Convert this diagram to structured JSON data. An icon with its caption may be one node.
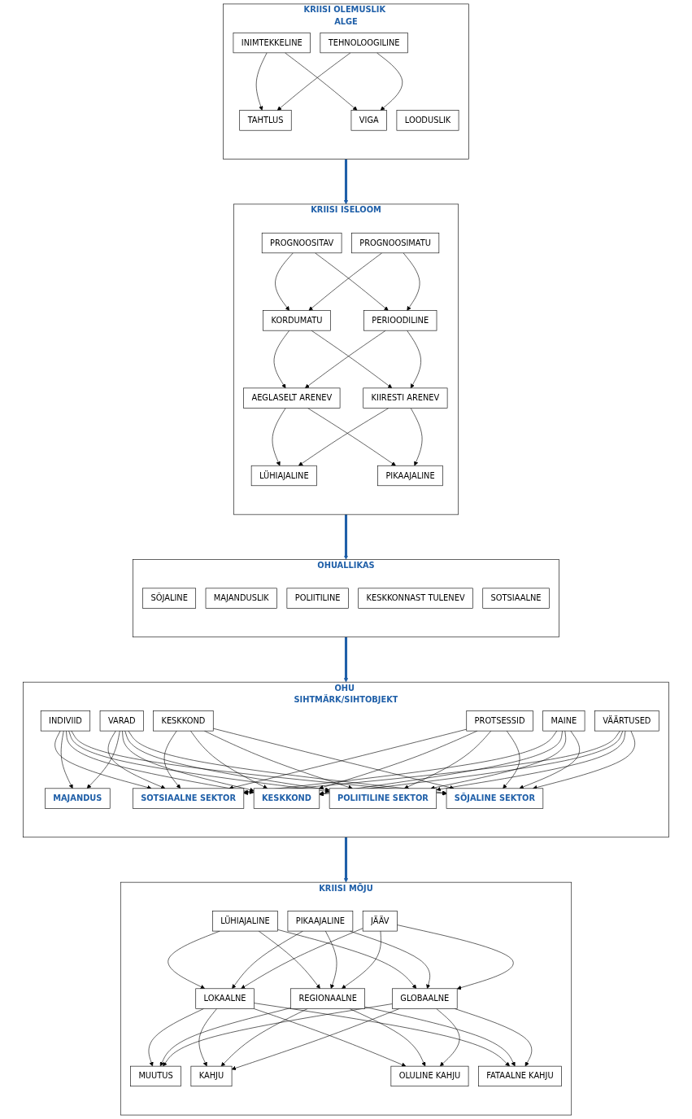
{
  "diagram": {
    "nodes": [
      {
        "text": [
          "KRIISI OLEMUSLIK ALGE"
        ]
      },
      {
        "text": [
          "INIMTEKKELINE"
        ],
        "in": 0
      },
      {
        "text": [
          "TEHNOLOOGILINE"
        ],
        "in": 0
      },
      {
        "text": [
          "LOODUSLIK"
        ],
        "in": 0
      },
      {
        "text": [
          "TAHTLUS"
        ],
        "in": 0
      },
      {
        "text": [
          "VIGA"
        ],
        "in": 0
      },
      {
        "text": [
          "KRIISI ISELOOM"
        ]
      },
      {
        "text": [
          "PROGNOOSITAV"
        ],
        "in": 6
      },
      {
        "text": [
          "KORDUMATU"
        ],
        "in": 6
      },
      {
        "text": [
          "AEGLASELT ARENEV"
        ],
        "in": 6
      },
      {
        "text": [
          "LÜHIAJALINE"
        ],
        "in": 6
      },
      {
        "text": [
          "PROGNOOSIMATU"
        ],
        "in": 6
      },
      {
        "text": [
          "PERIOODILINE"
        ],
        "in": 6
      },
      {
        "text": [
          "KIIRESTI ARENEV"
        ],
        "in": 6
      },
      {
        "text": [
          "PIKAAJALINE"
        ],
        "in": 6
      },
      {
        "text": [
          "OHUALLIKAS"
        ]
      },
      {
        "text": [
          "SÕJALINE"
        ],
        "in": 15
      },
      {
        "text": [
          "MAJANDUSLIK"
        ],
        "in": 15
      },
      {
        "text": [
          "POLIITILINE"
        ],
        "in": 15
      },
      {
        "text": [
          "KESKKONNAST TULENEV"
        ],
        "in": 15
      },
      {
        "text": [
          "SOTSIAALNE"
        ],
        "in": 15
      },
      {
        "text": [
          "OHU SIHTMÄRK/SIHTOBJEKT"
        ]
      },
      {
        "text": [
          "INDIVIID"
        ],
        "in": 21
      },
      {
        "text": [
          "VARAD"
        ],
        "in": 21
      },
      {
        "text": [
          "KESKKOND"
        ],
        "in": 21
      },
      {
        "text": [
          "PROTSESSID"
        ],
        "in": 21
      },
      {
        "text": [
          "MAINE"
        ],
        "in": 21
      },
      {
        "text": [
          "VÄÄRTUSED"
        ],
        "in": 21
      },
      {
        "text": [
          "SOTSIAALNE SEKTOR"
        ],
        "in": 21
      },
      {
        "text": [
          "MAJANDUS"
        ],
        "in": 21
      },
      {
        "text": [
          "KESKKOND"
        ],
        "in": 21
      },
      {
        "text": [
          "POLIITILINE SEKTOR"
        ],
        "in": 21
      },
      {
        "text": [
          "SÕJALINE SEKTOR"
        ],
        "in": 21
      },
      {
        "text": [
          "KRIISI MÕJU"
        ]
      },
      {
        "text": [
          "LÜHIAJALINE"
        ],
        "in": 33
      },
      {
        "text": [
          "LOKAALNE"
        ],
        "in": 33
      },
      {
        "text": [
          "MUUTUS"
        ],
        "in": 33
      },
      {
        "text": [
          "PIKAAJALINE"
        ],
        "in": 33
      },
      {
        "text": [
          "REGIONAALNE"
        ],
        "in": 33
      },
      {
        "text": [
          "KAHJU"
        ],
        "in": 33
      },
      {
        "text": [
          "JÄÄV"
        ],
        "in": 33
      },
      {
        "text": [
          "GLOBAALNE"
        ],
        "in": 33
      },
      {
        "text": [
          "OLULINE KAHJU"
        ],
        "in": 33
      },
      {
        "text": [
          "FATAALNE KAHJU"
        ],
        "in": 33
      }
    ],
    "edges": [
      {
        "from": 1,
        "to": 4,
        "arrow": "to"
      },
      {
        "from": 1,
        "to": 5,
        "arrow": "to"
      },
      {
        "from": 2,
        "to": 4,
        "arrow": "to"
      },
      {
        "from": 2,
        "to": 5,
        "arrow": "to"
      },
      {
        "from": 0,
        "to": 6,
        "arrow": "to",
        "style": "thick",
        "color": "#1f5fa8"
      },
      {
        "from": 7,
        "to": 8,
        "arrow": "to"
      },
      {
        "from": 7,
        "to": 12,
        "arrow": "to"
      },
      {
        "from": 11,
        "to": 8,
        "arrow": "to"
      },
      {
        "from": 11,
        "to": 12,
        "arrow": "to"
      },
      {
        "from": 8,
        "to": 9,
        "arrow": "to"
      },
      {
        "from": 8,
        "to": 13,
        "arrow": "to"
      },
      {
        "from": 12,
        "to": 9,
        "arrow": "to"
      },
      {
        "from": 12,
        "to": 13,
        "arrow": "to"
      },
      {
        "from": 9,
        "to": 10,
        "arrow": "to"
      },
      {
        "from": 9,
        "to": 14,
        "arrow": "to"
      },
      {
        "from": 13,
        "to": 10,
        "arrow": "to"
      },
      {
        "from": 13,
        "to": 14,
        "arrow": "to"
      },
      {
        "from": 6,
        "to": 15,
        "arrow": "to",
        "style": "thick",
        "color": "#1f5fa8"
      },
      {
        "from": 15,
        "to": 21,
        "arrow": "to",
        "style": "thick",
        "color": "#1f5fa8"
      },
      {
        "from": 22,
        "to": 28,
        "arrow": "to"
      },
      {
        "from": 22,
        "to": 29,
        "arrow": "to"
      },
      {
        "from": 22,
        "to": 30,
        "arrow": "to"
      },
      {
        "from": 22,
        "to": 31,
        "arrow": "to"
      },
      {
        "from": 22,
        "to": 32,
        "arrow": "to"
      },
      {
        "from": 23,
        "to": 28,
        "arrow": "to"
      },
      {
        "from": 23,
        "to": 29,
        "arrow": "to"
      },
      {
        "from": 23,
        "to": 30,
        "arrow": "to"
      },
      {
        "from": 23,
        "to": 31,
        "arrow": "to"
      },
      {
        "from": 23,
        "to": 32,
        "arrow": "to"
      },
      {
        "from": 24,
        "to": 28,
        "arrow": "to"
      },
      {
        "from": 24,
        "to": 30,
        "arrow": "to"
      },
      {
        "from": 24,
        "to": 31,
        "arrow": "to"
      },
      {
        "from": 24,
        "to": 32,
        "arrow": "to"
      },
      {
        "from": 25,
        "to": 28,
        "arrow": "to"
      },
      {
        "from": 25,
        "to": 30,
        "arrow": "to"
      },
      {
        "from": 25,
        "to": 31,
        "arrow": "to"
      },
      {
        "from": 25,
        "to": 32,
        "arrow": "to"
      },
      {
        "from": 26,
        "to": 28,
        "arrow": "to"
      },
      {
        "from": 26,
        "to": 30,
        "arrow": "to"
      },
      {
        "from": 26,
        "to": 31,
        "arrow": "to"
      },
      {
        "from": 26,
        "to": 32,
        "arrow": "to"
      },
      {
        "from": 27,
        "to": 28,
        "arrow": "to"
      },
      {
        "from": 27,
        "to": 30,
        "arrow": "to"
      },
      {
        "from": 27,
        "to": 31,
        "arrow": "to"
      },
      {
        "from": 27,
        "to": 32,
        "arrow": "to"
      },
      {
        "from": 21,
        "to": 33,
        "arrow": "to",
        "style": "thick",
        "color": "#1f5fa8"
      },
      {
        "from": 34,
        "to": 35,
        "arrow": "to"
      },
      {
        "from": 34,
        "to": 38,
        "arrow": "to"
      },
      {
        "from": 34,
        "to": 41,
        "arrow": "to"
      },
      {
        "from": 37,
        "to": 35,
        "arrow": "to"
      },
      {
        "from": 37,
        "to": 38,
        "arrow": "to"
      },
      {
        "from": 37,
        "to": 41,
        "arrow": "to"
      },
      {
        "from": 40,
        "to": 35,
        "arrow": "to"
      },
      {
        "from": 40,
        "to": 38,
        "arrow": "to"
      },
      {
        "from": 40,
        "to": 41,
        "arrow": "to"
      },
      {
        "from": 35,
        "to": 36,
        "arrow": "to"
      },
      {
        "from": 35,
        "to": 39,
        "arrow": "to"
      },
      {
        "from": 35,
        "to": 42,
        "arrow": "to"
      },
      {
        "from": 35,
        "to": 43,
        "arrow": "to"
      },
      {
        "from": 38,
        "to": 36,
        "arrow": "to"
      },
      {
        "from": 38,
        "to": 39,
        "arrow": "to"
      },
      {
        "from": 38,
        "to": 42,
        "arrow": "to"
      },
      {
        "from": 38,
        "to": 43,
        "arrow": "to"
      },
      {
        "from": 41,
        "to": 36,
        "arrow": "to"
      },
      {
        "from": 41,
        "to": 39,
        "arrow": "to"
      },
      {
        "from": 41,
        "to": 42,
        "arrow": "to"
      },
      {
        "from": 41,
        "to": 43,
        "arrow": "to"
      }
    ]
  }
}
